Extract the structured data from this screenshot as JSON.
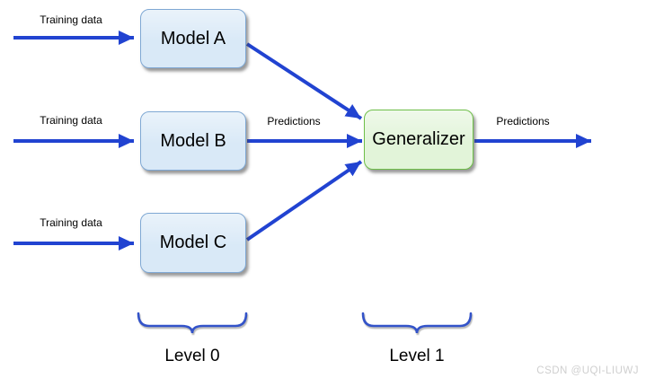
{
  "diagram": {
    "training_labels": {
      "a": "Training data",
      "b": "Training data",
      "c": "Training data"
    },
    "nodes": {
      "model_a": "Model A",
      "model_b": "Model B",
      "model_c": "Model C",
      "generalizer": "Generalizer"
    },
    "edge_labels": {
      "predictions_in": "Predictions",
      "predictions_out": "Predictions"
    },
    "levels": {
      "level_0": "Level 0",
      "level_1": "Level 1"
    },
    "watermark": "CSDN @UQI-LIUWJ",
    "colors": {
      "arrow_blue": "#2143d1",
      "brace_blue": "#3353c9",
      "model_fill": "#d9e9f7",
      "model_border": "#7fa8d4",
      "generalizer_fill": "#e2f4d9",
      "generalizer_border": "#6fbf49",
      "text_color": "#000000",
      "watermark_color": "#cfcfcf"
    }
  }
}
